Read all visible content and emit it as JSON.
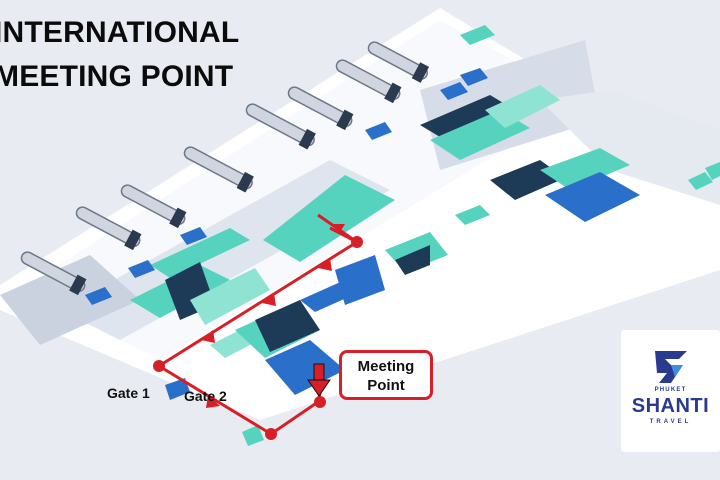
{
  "title": {
    "line1": "INTERNATIONAL",
    "line2": "MEETING POINT"
  },
  "map_labels": {
    "gate1": "Gate 1",
    "gate2": "Gate 2",
    "meeting_point_line1": "Meeting",
    "meeting_point_line2": "Point"
  },
  "brand": {
    "top": "PHUKET",
    "name": "SHANTI",
    "bottom": "TRAVEL"
  },
  "colors": {
    "route": "#d61f26",
    "floor": "#ffffff",
    "navy": "#1d3a57",
    "teal": "#56d3be",
    "blue": "#2a6fc9",
    "brand": "#2a3a8f",
    "brand_accent": "#3c8ee6"
  },
  "icons": [
    "jet-bridge-icon",
    "route-arrow-icon",
    "meeting-point-arrow-icon",
    "shanti-logo-icon"
  ]
}
